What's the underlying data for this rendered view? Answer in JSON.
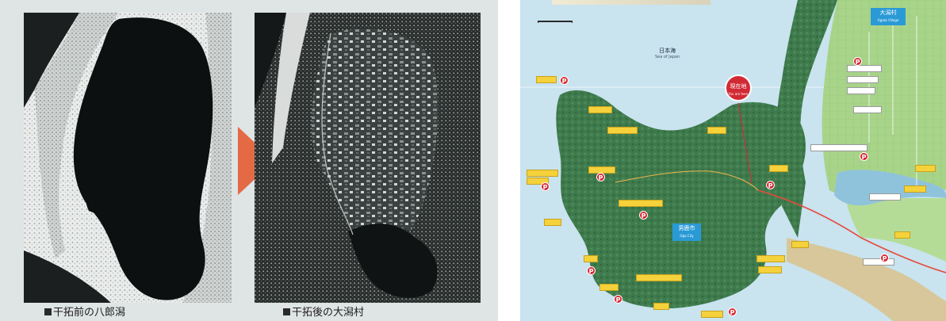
{
  "photos": {
    "before": {
      "caption": "干拓前の八郎潟"
    },
    "after": {
      "caption": "干拓後の大潟村"
    }
  },
  "icons": {
    "arrow": "right-arrow-icon",
    "parking": "parking-icon",
    "caption_square": "square-bullet-icon"
  },
  "colors": {
    "arrow": "#e36a44",
    "sea": "#c9e3ef",
    "land": "#3f7a4d",
    "farmland": "#a8d48a",
    "current_location": "#d22a35",
    "label_yellow": "#f5d23c",
    "badge_blue": "#2a9ad6",
    "parking": "#d8262f"
  },
  "map": {
    "sea_name": "日本海",
    "sea_name_en": "Sea of Japan",
    "village_name": "大潟村",
    "village_name_en": "Ogata Village",
    "city_name": "男鹿市",
    "city_name_en": "Oga City",
    "current_location": "現在地",
    "current_location_en": "You are here",
    "parking_letter": "P"
  }
}
